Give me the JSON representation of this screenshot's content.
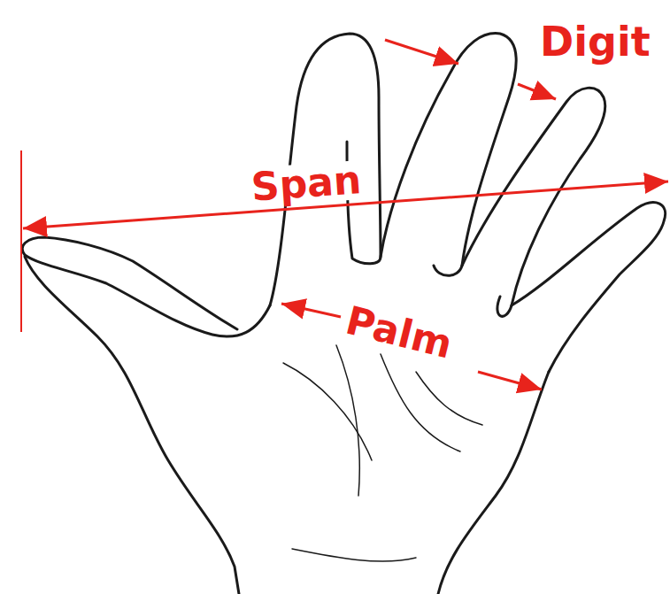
{
  "diagram": {
    "labels": [
      "Digit",
      "Span",
      "Palm"
    ]
  }
}
